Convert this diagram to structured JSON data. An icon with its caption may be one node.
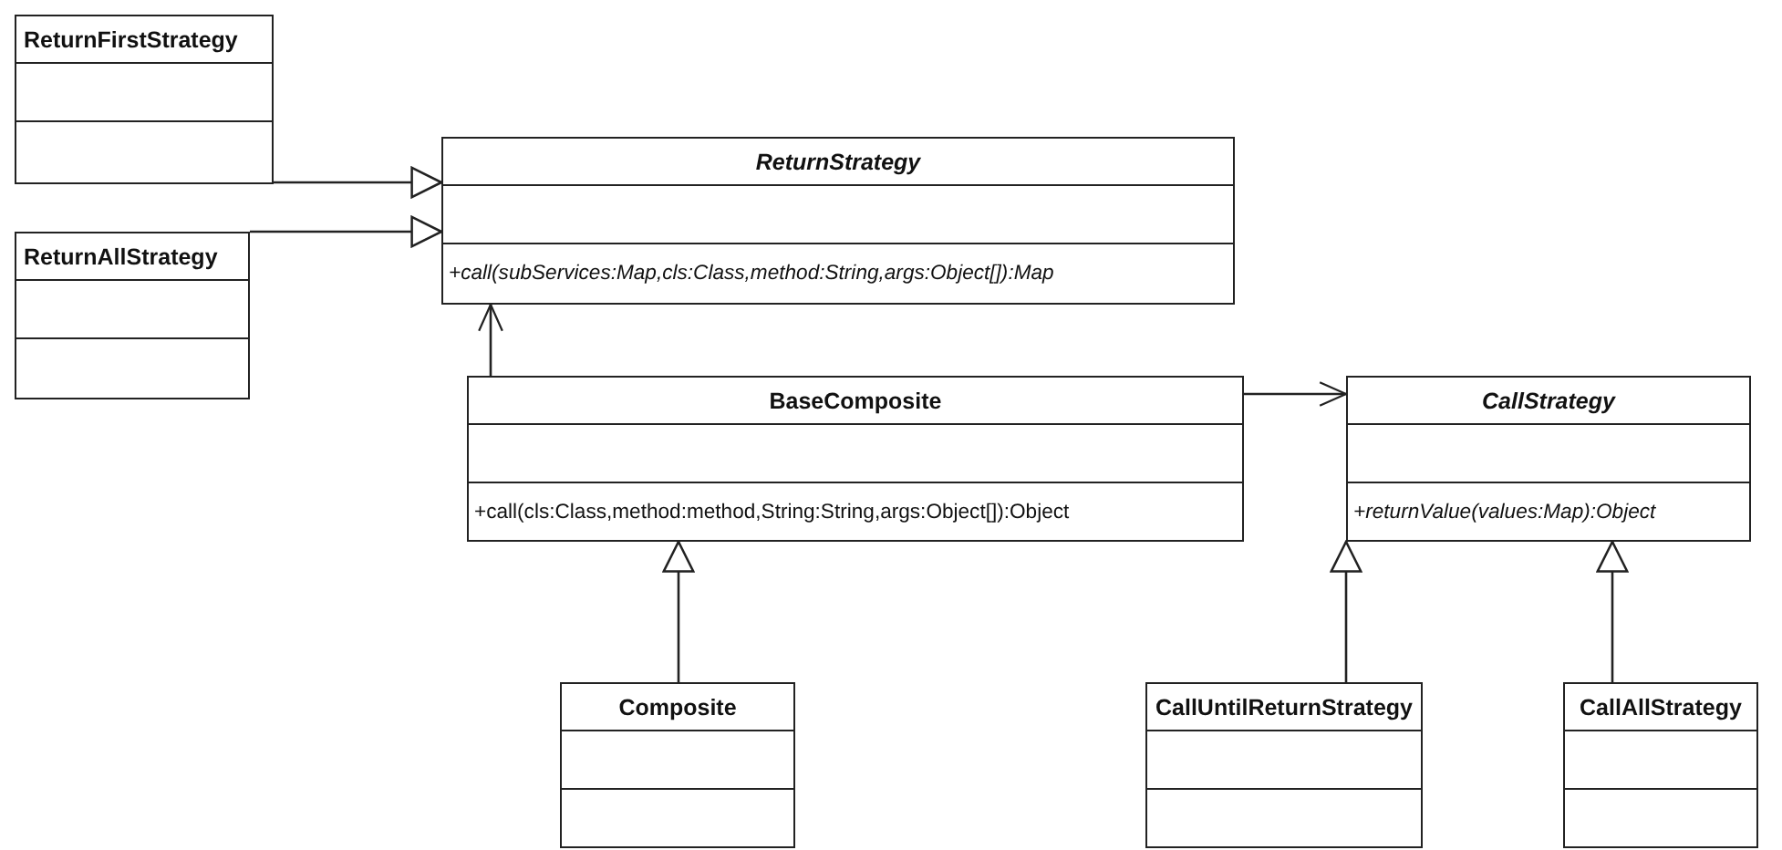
{
  "diagram": {
    "nodes": [
      {
        "text": [
          "ReturnFirstStrategy"
        ]
      },
      {
        "text": [
          "ReturnStrategy",
          "+call(subServices:Map,cls:Class,method:String,args:Object[]):Map"
        ]
      },
      {
        "text": [
          "ReturnAllStrategy"
        ]
      },
      {
        "text": [
          "BaseComposite",
          "+call(cls:Class,method:method,String:String,args:Object[]):Object"
        ]
      },
      {
        "text": [
          "CallStrategy",
          "+returnValue(values:Map):Object"
        ]
      },
      {
        "text": [
          "Composite"
        ]
      },
      {
        "text": [
          "CallUntilReturnStrategy"
        ]
      },
      {
        "text": [
          "CallAllStrategy"
        ]
      }
    ],
    "edges": [
      {
        "from": 0,
        "to": 1,
        "arrow": "to"
      },
      {
        "from": 2,
        "to": 1,
        "arrow": "to"
      },
      {
        "from": 3,
        "to": 1,
        "arrow": "to"
      },
      {
        "from": 3,
        "to": 4,
        "arrow": "to"
      },
      {
        "from": 5,
        "to": 3,
        "arrow": "to"
      },
      {
        "from": 6,
        "to": 4,
        "arrow": "to"
      },
      {
        "from": 7,
        "to": 4,
        "arrow": "to"
      }
    ]
  }
}
